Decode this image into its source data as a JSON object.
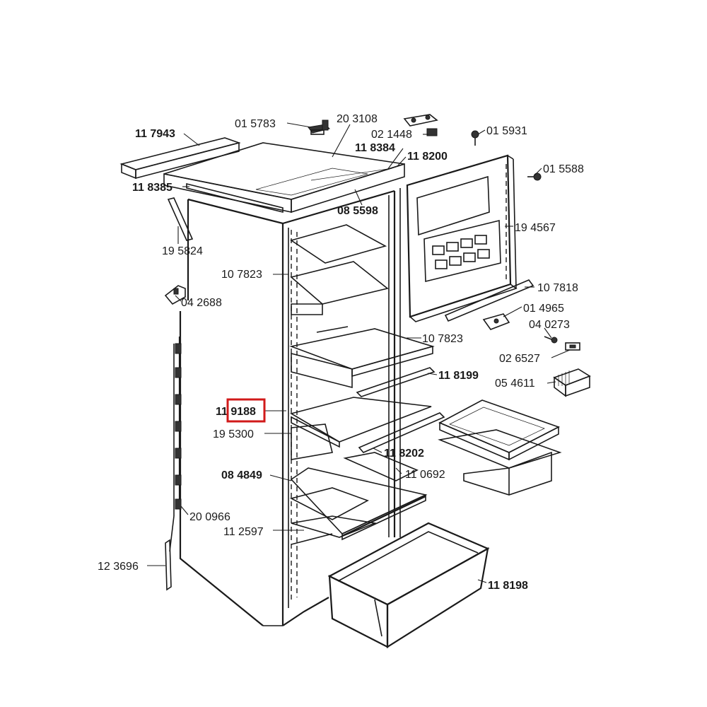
{
  "highlight": {
    "color": "#d11a1a"
  },
  "labels": {
    "p015783": "01 5783",
    "p203108": "20 3108",
    "p021448": "02 1448",
    "p015931": "01 5931",
    "p117943": "11 7943",
    "p118384": "11 8384",
    "p118200": "11 8200",
    "p015588": "01 5588",
    "p118385": "11 8385",
    "p085598": "08 5598",
    "p194567": "19 4567",
    "p195824": "19 5824",
    "p107823a": "10 7823",
    "p107818": "10 7818",
    "p042688": "04 2688",
    "p014965": "01 4965",
    "p040273": "04 0273",
    "p107823b": "10 7823",
    "p026527": "02 6527",
    "p118199": "11 8199",
    "p054611": "05 4611",
    "p119188": "11 9188",
    "p195300": "19 5300",
    "p118202": "11 8202",
    "p084849": "08 4849",
    "p110692": "11 0692",
    "p200966": "20 0966",
    "p112597": "11 2597",
    "p123696": "12 3696",
    "p118198": "11 8198"
  }
}
